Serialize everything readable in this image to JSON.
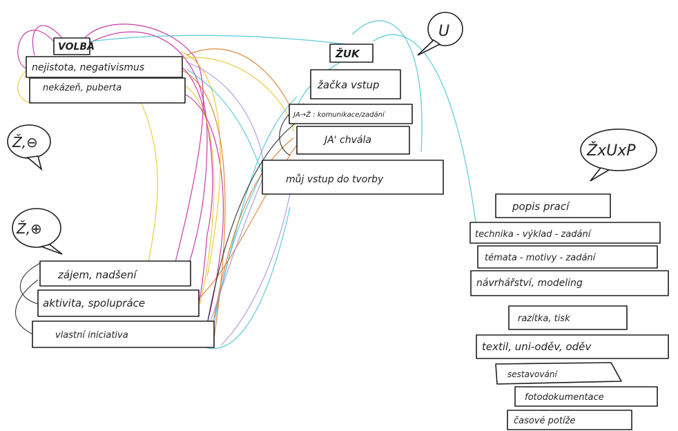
{
  "colors": {
    "ink": "#1e1e1e",
    "magenta": "#c2189b",
    "yellow": "#e8c21a",
    "cyan": "#3cbfd0",
    "orange": "#d9731d",
    "violet": "#a78bd8",
    "black": "#222222"
  },
  "bubbles": {
    "u": "U",
    "zo": "Ž,⊖",
    "zp": "Ž,⊕",
    "zxuxp": "ŽxUxP"
  },
  "left_top": {
    "volba": "VOLBA",
    "nejistota": "nejistota, negativismus",
    "nekazeni": "nekázeň, puberta"
  },
  "left_bottom": {
    "zajem": "zájem, nadšení",
    "aktivita": "aktivita, spolupráce",
    "iniciativa": "vlastní iniciativa"
  },
  "center": {
    "zuk": "ŽUK",
    "vstup": "žačka vstup",
    "ja_komunikace": "JA→Ž : komunikace/zadání",
    "ja_chvala": "JA' chvála",
    "muj_vstup": "můj vstup do tvorby"
  },
  "right": {
    "popis": "popis prací",
    "technika": "technika - výklad - zadání",
    "temata": "témata - motivy - zadání",
    "navrharstvi": "návrhářství, modeling",
    "razitka": "razítka, tisk",
    "textil": "textil, uni-oděv, oděv",
    "sestavovani": "sestavování",
    "fotodokumentace": "fotodokumentace",
    "casove": "časové potíže"
  }
}
